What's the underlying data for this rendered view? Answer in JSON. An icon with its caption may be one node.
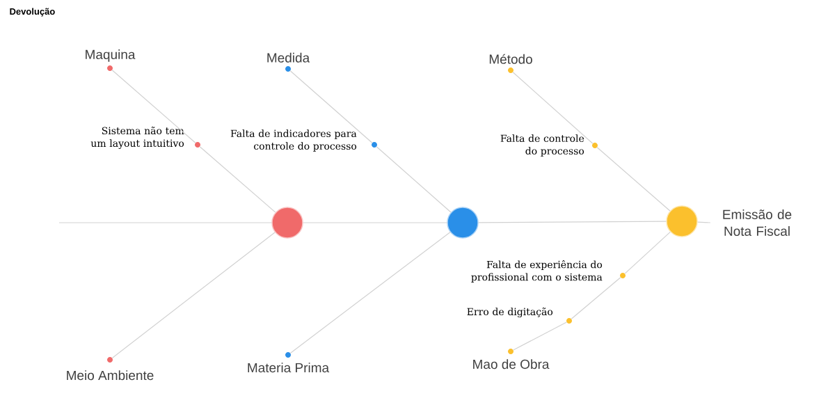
{
  "diagram": {
    "title": "Devolução",
    "nodes": [
      {
        "text": [
          "Maquina"
        ]
      },
      {
        "text": [
          "Sistema não tem um layout intuitivo"
        ]
      },
      {
        "text": [],
        "shape": "circle"
      },
      {
        "text": [
          "Meio Ambiente"
        ]
      },
      {
        "text": [
          "Medida"
        ]
      },
      {
        "text": [
          "Falta de indicadores para controle do processo"
        ]
      },
      {
        "text": [],
        "shape": "circle"
      },
      {
        "text": [
          "Materia Prima"
        ]
      },
      {
        "text": [
          "Método"
        ]
      },
      {
        "text": [
          "Falta de controle do processo"
        ]
      },
      {
        "text": [],
        "shape": "circle"
      },
      {
        "text": [
          "Falta de experiência do profissional com o sistema"
        ]
      },
      {
        "text": [
          "Erro de digitação"
        ]
      },
      {
        "text": [
          "Mao de Obra"
        ]
      },
      {
        "text": [
          "Emissão de Nota Fiscal"
        ]
      }
    ],
    "edges": [
      {
        "from": 0,
        "to": 1,
        "arrow": "none"
      },
      {
        "from": 1,
        "to": 2,
        "arrow": "none"
      },
      {
        "from": 3,
        "to": 2,
        "arrow": "none"
      },
      {
        "from": 4,
        "to": 5,
        "arrow": "none"
      },
      {
        "from": 5,
        "to": 6,
        "arrow": "none"
      },
      {
        "from": 7,
        "to": 6,
        "arrow": "none"
      },
      {
        "from": 8,
        "to": 9,
        "arrow": "none"
      },
      {
        "from": 9,
        "to": 10,
        "arrow": "none"
      },
      {
        "from": 13,
        "to": 12,
        "arrow": "none"
      },
      {
        "from": 12,
        "to": 11,
        "arrow": "none"
      },
      {
        "from": 11,
        "to": 10,
        "arrow": "none"
      },
      {
        "from": null,
        "to": 2,
        "arrow": "none"
      },
      {
        "from": 2,
        "to": 6,
        "arrow": "none"
      },
      {
        "from": 6,
        "to": 10,
        "arrow": "none"
      },
      {
        "from": 10,
        "to": 14,
        "arrow": "none"
      }
    ]
  }
}
